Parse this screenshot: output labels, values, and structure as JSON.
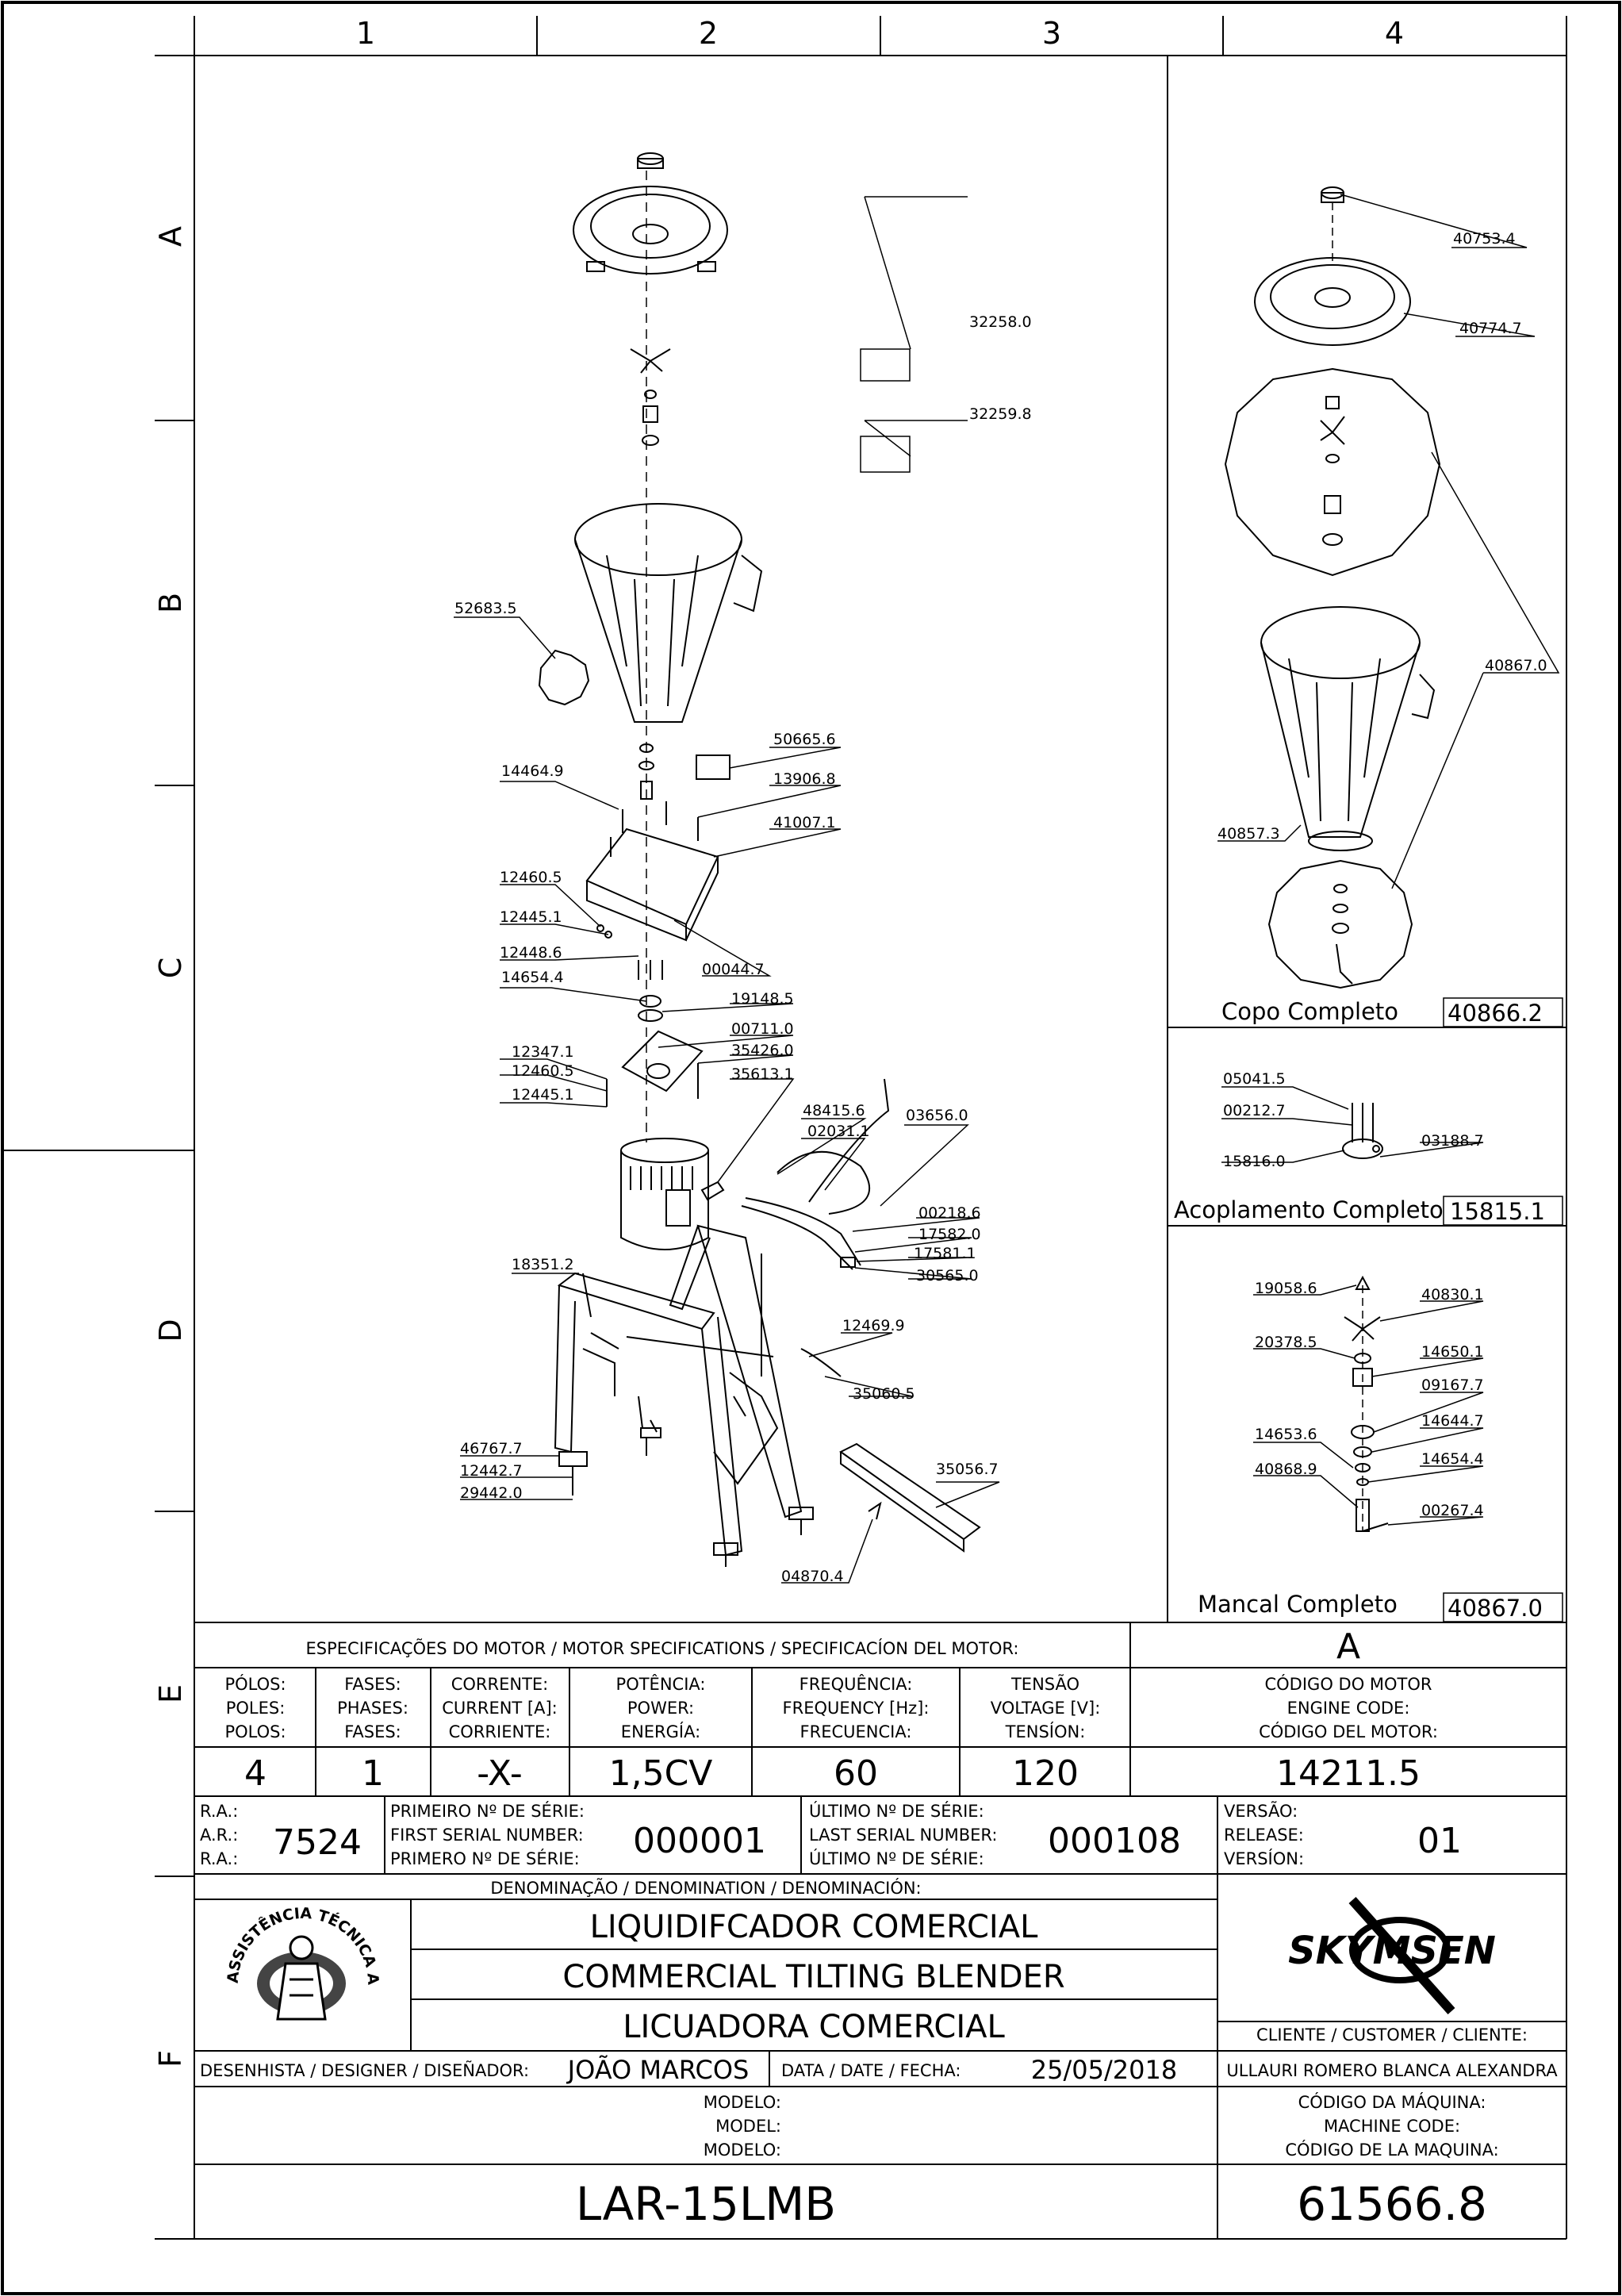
{
  "grid": {
    "columns": [
      "1",
      "2",
      "3",
      "4"
    ],
    "rows": [
      "A",
      "B",
      "C",
      "D",
      "E",
      "F"
    ]
  },
  "parts_main": [
    "32258.0",
    "32259.8",
    "52683.5",
    "50665.6",
    "14464.9",
    "13906.8",
    "41007.1",
    "12460.5",
    "12445.1",
    "12448.6",
    "00044.7",
    "14654.4",
    "19148.5",
    "00711.0",
    "12347.1",
    "12460.5",
    "35426.0",
    "35613.1",
    "12445.1",
    "48415.6",
    "02031.1",
    "03656.0",
    "00218.6",
    "17582.0",
    "17581.1",
    "30565.0",
    "18351.2",
    "12469.9",
    "35060.5",
    "46767.7",
    "12442.7",
    "29442.0",
    "35056.7",
    "04870.4"
  ],
  "copo": {
    "parts": [
      "40753.4",
      "40774.7",
      "40867.0",
      "40857.3"
    ],
    "title": "Copo  Completo",
    "code": "40866.2"
  },
  "acoplamento": {
    "parts": [
      "05041.5",
      "00212.7",
      "03188.7",
      "15816.0"
    ],
    "title": "Acoplamento  Completo",
    "code": "15815.1"
  },
  "mancal": {
    "parts": [
      "19058.6",
      "40830.1",
      "20378.5",
      "14650.1",
      "09167.7",
      "14644.7",
      "14653.6",
      "14654.4",
      "40868.9",
      "00267.4"
    ],
    "title": "Mancal  Completo",
    "code": "40867.0"
  },
  "motor_specs": {
    "title": "ESPECIFICAÇÕES DO MOTOR / MOTOR SPECIFICATIONS / SPECIFICACÍON DEL MOTOR:",
    "revision": "A",
    "columns": [
      {
        "label": [
          "PÓLOS:",
          "POLES:",
          "POLOS:"
        ],
        "value": "4"
      },
      {
        "label": [
          "FASES:",
          "PHASES:",
          "FASES:"
        ],
        "value": "1"
      },
      {
        "label": [
          "CORRENTE:",
          "CURRENT [A]:",
          "CORRIENTE:"
        ],
        "value": "-X-"
      },
      {
        "label": [
          "POTÊNCIA:",
          "POWER:",
          "ENERGÍA:"
        ],
        "value": "1,5CV"
      },
      {
        "label": [
          "FREQUÊNCIA:",
          "FREQUENCY [Hz]:",
          "FRECUENCIA:"
        ],
        "value": "60"
      },
      {
        "label": [
          "TENSÃO",
          "VOLTAGE [V]:",
          "TENSÍON:"
        ],
        "value": "120"
      },
      {
        "label": [
          "CÓDIGO DO MOTOR",
          "ENGINE CODE:",
          "CÓDIGO DEL MOTOR:"
        ],
        "value": "14211.5"
      }
    ]
  },
  "serial": {
    "ra_labels": [
      "R.A.:",
      "A.R.:",
      "R.A.:"
    ],
    "ra_value": "7524",
    "first_labels": [
      "PRIMEIRO Nº DE SÉRIE:",
      "FIRST SERIAL NUMBER:",
      "PRIMERO Nº DE SÉRIE:"
    ],
    "first_value": "000001",
    "last_labels": [
      "ÚLTIMO Nº DE SÉRIE:",
      "LAST SERIAL NUMBER:",
      "ÚLTIMO Nº DE SÉRIE:"
    ],
    "last_value": "000108",
    "version_labels": [
      "VERSÃO:",
      "RELEASE:",
      "VERSÍON:"
    ],
    "version_value": "01"
  },
  "denomination": {
    "label": "DENOMINAÇÃO / DENOMINATION / DENOMINACIÓN:",
    "lines": [
      "LIQUIDIFCADOR COMERCIAL",
      "COMMERCIAL TILTING BLENDER",
      "LICUADORA COMERCIAL"
    ]
  },
  "seal_text": "ASSISTÊNCIA TÉCNICA AUTORIZADA",
  "brand": "SKYMSEN",
  "client": {
    "label": "CLIENTE / CUSTOMER / CLIENTE:",
    "name": "ULLAURI ROMERO BLANCA ALEXANDRA"
  },
  "designer": {
    "label": "DESENHISTA / DESIGNER / DISEÑADOR:",
    "name": "JOÃO MARCOS"
  },
  "date": {
    "label": "DATA / DATE / FECHA:",
    "value": "25/05/2018"
  },
  "model": {
    "labels": [
      "MODELO:",
      "MODEL:",
      "MODELO:"
    ],
    "value": "LAR-15LMB"
  },
  "machine_code": {
    "labels": [
      "CÓDIGO DA MÁQUINA:",
      "MACHINE CODE:",
      "CÓDIGO DE LA MAQUINA:"
    ],
    "value": "61566.8"
  }
}
